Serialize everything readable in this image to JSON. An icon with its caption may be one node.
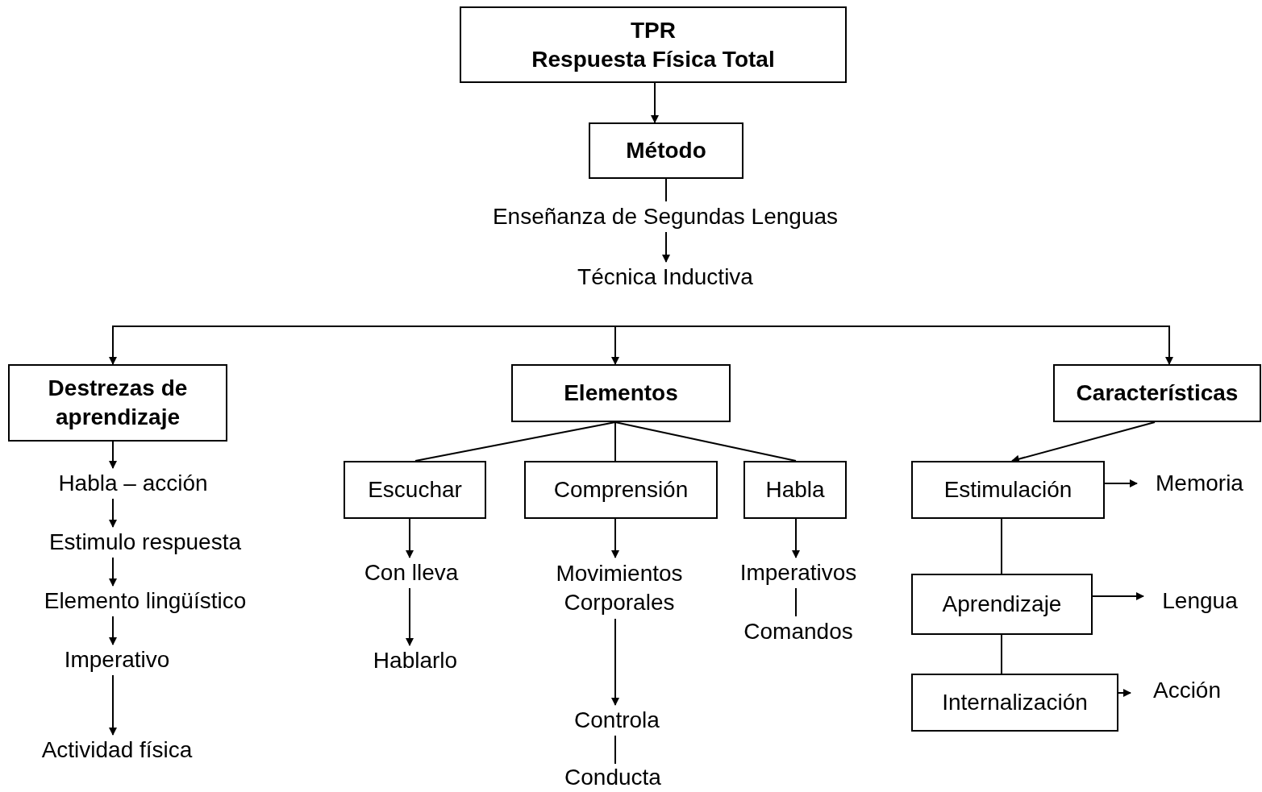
{
  "diagram": {
    "nodes": [
      {
        "text": [
          "TPR",
          "Respuesta Física Total"
        ]
      },
      {
        "text": [
          "Método"
        ]
      },
      {
        "text": [
          "Enseñanza de Segundas Lenguas"
        ]
      },
      {
        "text": [
          "Técnica Inductiva"
        ]
      },
      {
        "text": [
          "Destrezas de aprendizaje"
        ]
      },
      {
        "text": [
          "Elementos"
        ]
      },
      {
        "text": [
          "Características"
        ]
      },
      {
        "text": [
          "Habla – acción"
        ]
      },
      {
        "text": [
          "Estimulo respuesta"
        ]
      },
      {
        "text": [
          "Elemento lingüístico"
        ]
      },
      {
        "text": [
          "Imperativo"
        ]
      },
      {
        "text": [
          "Actividad física"
        ]
      },
      {
        "text": [
          "Escuchar"
        ]
      },
      {
        "text": [
          "Comprensión"
        ]
      },
      {
        "text": [
          "Habla"
        ]
      },
      {
        "text": [
          "Con lleva"
        ]
      },
      {
        "text": [
          "Hablarlo"
        ]
      },
      {
        "text": [
          "Movimientos Corporales"
        ]
      },
      {
        "text": [
          "Controla"
        ]
      },
      {
        "text": [
          "Conducta"
        ]
      },
      {
        "text": [
          "Imperativos"
        ]
      },
      {
        "text": [
          "Comandos"
        ]
      },
      {
        "text": [
          "Estimulación"
        ]
      },
      {
        "text": [
          "Aprendizaje"
        ]
      },
      {
        "text": [
          "Internalización"
        ]
      },
      {
        "text": [
          "Memoria"
        ]
      },
      {
        "text": [
          "Lengua"
        ]
      },
      {
        "text": [
          "Acción"
        ]
      }
    ],
    "edges": [
      {
        "from": 0,
        "to": 1,
        "arrow": "to"
      },
      {
        "from": 1,
        "to": 2,
        "arrow": "none"
      },
      {
        "from": 2,
        "to": 3,
        "arrow": "to"
      },
      {
        "from": null,
        "to": 4,
        "arrow": "to"
      },
      {
        "from": null,
        "to": 5,
        "arrow": "to"
      },
      {
        "from": null,
        "to": 6,
        "arrow": "to"
      },
      {
        "from": 4,
        "to": 7,
        "arrow": "to"
      },
      {
        "from": 7,
        "to": 8,
        "arrow": "to"
      },
      {
        "from": 8,
        "to": 9,
        "arrow": "to"
      },
      {
        "from": 9,
        "to": 10,
        "arrow": "to"
      },
      {
        "from": 10,
        "to": 11,
        "arrow": "to"
      },
      {
        "from": 5,
        "to": 12,
        "arrow": "none"
      },
      {
        "from": 5,
        "to": 13,
        "arrow": "none"
      },
      {
        "from": 5,
        "to": 14,
        "arrow": "none"
      },
      {
        "from": 12,
        "to": 15,
        "arrow": "to"
      },
      {
        "from": 15,
        "to": 16,
        "arrow": "to"
      },
      {
        "from": 13,
        "to": 17,
        "arrow": "to"
      },
      {
        "from": 17,
        "to": 18,
        "arrow": "to"
      },
      {
        "from": 18,
        "to": 19,
        "arrow": "none"
      },
      {
        "from": 14,
        "to": 20,
        "arrow": "to"
      },
      {
        "from": 20,
        "to": 21,
        "arrow": "none"
      },
      {
        "from": 6,
        "to": 22,
        "arrow": "to"
      },
      {
        "from": 22,
        "to": 23,
        "arrow": "none"
      },
      {
        "from": 23,
        "to": 24,
        "arrow": "none"
      },
      {
        "from": 22,
        "to": 25,
        "arrow": "to"
      },
      {
        "from": 23,
        "to": 26,
        "arrow": "to"
      },
      {
        "from": 24,
        "to": 27,
        "arrow": "to"
      }
    ]
  }
}
